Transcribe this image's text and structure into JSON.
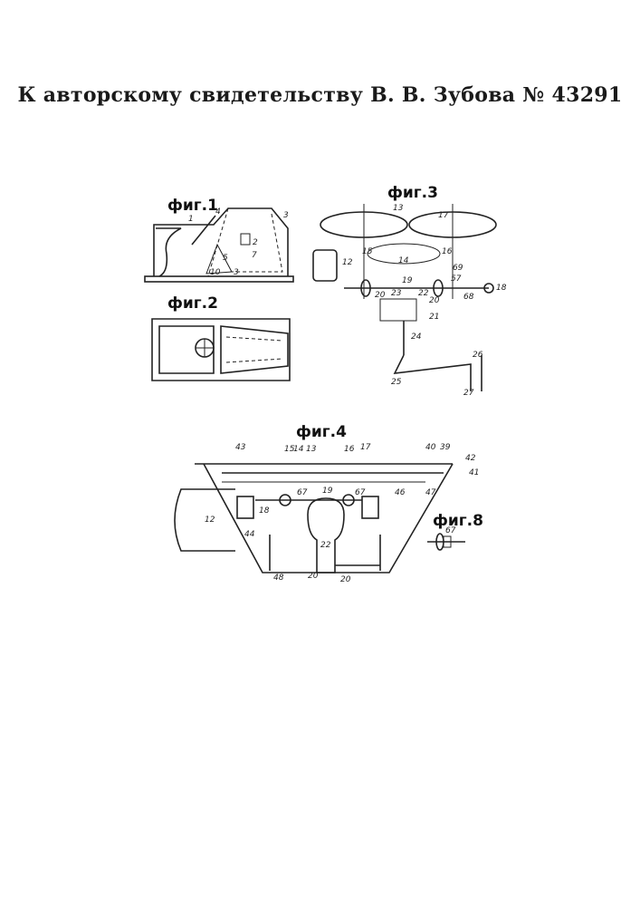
{
  "header": {
    "title": "К авторскому свидетельству В. В. Зубова № 43291"
  },
  "figures": {
    "fig1": {
      "caption": "фиг.1",
      "labels": [
        "1",
        "4",
        "3",
        "2",
        "5",
        "7",
        "10",
        "3"
      ]
    },
    "fig2": {
      "caption": "фиг.2"
    },
    "fig3": {
      "caption": "фиг.3",
      "labels": [
        "13",
        "17",
        "15",
        "16",
        "14",
        "12",
        "19",
        "69",
        "57",
        "18",
        "68",
        "20",
        "23",
        "22",
        "20",
        "21",
        "24",
        "25",
        "26",
        "27"
      ]
    },
    "fig4": {
      "caption": "фиг.4",
      "labels": [
        "43",
        "15",
        "14",
        "13",
        "16",
        "17",
        "40",
        "39",
        "42",
        "41",
        "19",
        "46",
        "47",
        "67",
        "67",
        "18",
        "44",
        "12",
        "22",
        "48",
        "20",
        "20"
      ]
    },
    "fig8": {
      "caption": "фиг.8",
      "labels": [
        "67"
      ]
    }
  }
}
